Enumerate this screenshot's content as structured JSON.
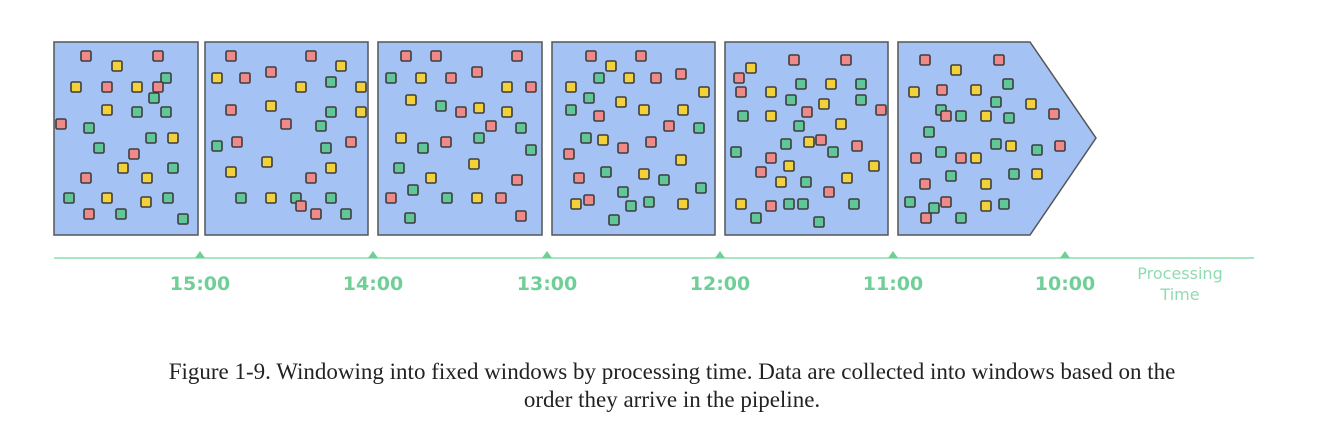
{
  "colors": {
    "window_fill": "#a4c2f4",
    "window_stroke": "#555555",
    "axis": "#a8e6c4",
    "tick": "#6fcf97",
    "dot_red": "#f08a8a",
    "dot_yellow": "#f2d13a",
    "dot_green": "#5fc79a"
  },
  "axis": {
    "ticks": [
      "15:00",
      "14:00",
      "13:00",
      "12:00",
      "11:00",
      "10:00"
    ],
    "label_line1": "Processing",
    "label_line2": "Time"
  },
  "caption": {
    "line1": "Figure 1-9. Windowing into fixed windows by processing time. Data are collected into windows based on the",
    "line2": "order they arrive in the pipeline."
  }
}
